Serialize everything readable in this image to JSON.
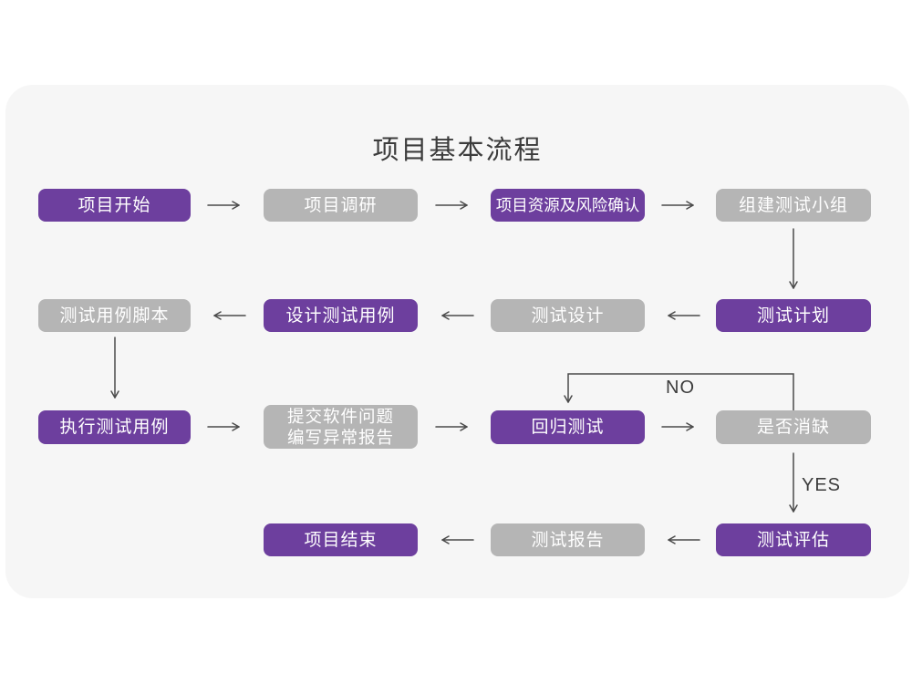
{
  "colors": {
    "purple": "#6D3F9E",
    "gray": "#B5B5B5",
    "card_bg": "#F6F6F6",
    "page_bg": "#FFFFFF",
    "arrow": "#4A4A4A",
    "node_text": "#FFFFFF",
    "label_text": "#3C3C3C"
  },
  "flowchart": {
    "title": "项目基本流程",
    "nodes": [
      {
        "id": "project-start",
        "label": "项目开始",
        "variant": "purple"
      },
      {
        "id": "project-research",
        "label": "项目调研",
        "variant": "gray"
      },
      {
        "id": "resources-risk",
        "label": "项目资源及风险确认",
        "variant": "purple"
      },
      {
        "id": "build-test-team",
        "label": "组建测试小组",
        "variant": "gray"
      },
      {
        "id": "test-plan",
        "label": "测试计划",
        "variant": "purple"
      },
      {
        "id": "test-design",
        "label": "测试设计",
        "variant": "gray"
      },
      {
        "id": "design-test-cases",
        "label": "设计测试用例",
        "variant": "purple"
      },
      {
        "id": "test-case-script",
        "label": "测试用例脚本",
        "variant": "gray"
      },
      {
        "id": "run-test-cases",
        "label": "执行测试用例",
        "variant": "purple"
      },
      {
        "id": "submit-issues",
        "label": "提交软件问题\n编写异常报告",
        "variant": "gray"
      },
      {
        "id": "regression-test",
        "label": "回归测试",
        "variant": "purple"
      },
      {
        "id": "defect-cleared",
        "label": "是否消缺",
        "variant": "gray"
      },
      {
        "id": "test-evaluation",
        "label": "测试评估",
        "variant": "purple"
      },
      {
        "id": "test-report",
        "label": "测试报告",
        "variant": "gray"
      },
      {
        "id": "project-end",
        "label": "项目结束",
        "variant": "purple"
      }
    ],
    "edges": [
      {
        "from": "project-start",
        "to": "project-research",
        "label": ""
      },
      {
        "from": "project-research",
        "to": "resources-risk",
        "label": ""
      },
      {
        "from": "resources-risk",
        "to": "build-test-team",
        "label": ""
      },
      {
        "from": "build-test-team",
        "to": "test-plan",
        "label": ""
      },
      {
        "from": "test-plan",
        "to": "test-design",
        "label": ""
      },
      {
        "from": "test-design",
        "to": "design-test-cases",
        "label": ""
      },
      {
        "from": "design-test-cases",
        "to": "test-case-script",
        "label": ""
      },
      {
        "from": "test-case-script",
        "to": "run-test-cases",
        "label": ""
      },
      {
        "from": "run-test-cases",
        "to": "submit-issues",
        "label": ""
      },
      {
        "from": "submit-issues",
        "to": "regression-test",
        "label": ""
      },
      {
        "from": "regression-test",
        "to": "defect-cleared",
        "label": ""
      },
      {
        "from": "defect-cleared",
        "to": "regression-test",
        "label": "NO"
      },
      {
        "from": "defect-cleared",
        "to": "test-evaluation",
        "label": "YES"
      },
      {
        "from": "test-evaluation",
        "to": "test-report",
        "label": ""
      },
      {
        "from": "test-report",
        "to": "project-end",
        "label": ""
      }
    ]
  }
}
